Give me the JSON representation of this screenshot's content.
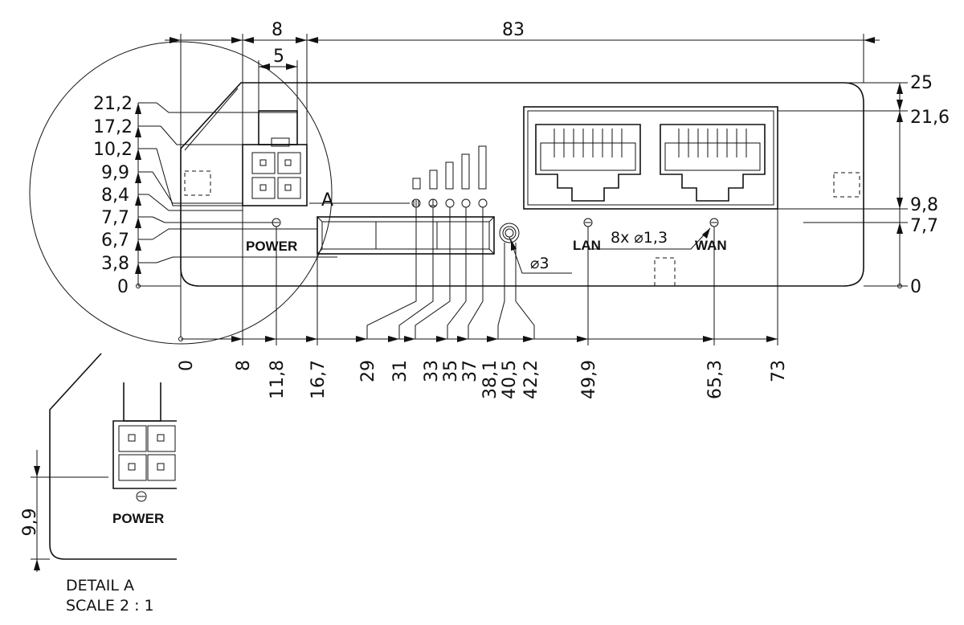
{
  "top_dims": {
    "width": "83",
    "connector_width": "8",
    "connector_inner": "5"
  },
  "left_dims": [
    "21,2",
    "17,2",
    "10,2",
    "9,9",
    "8,4",
    "7,7",
    "6,7",
    "3,8",
    "0"
  ],
  "right_dims": [
    "25",
    "21,6",
    "9,8",
    "7,7",
    "0"
  ],
  "bottom_dims": [
    "0",
    "8",
    "11,8",
    "16,7",
    "29",
    "31",
    "33",
    "35",
    "37",
    "38,1",
    "40,5",
    "42,2",
    "49,9",
    "65,3",
    "73"
  ],
  "detail_marker": "A",
  "hole_note": "8x ⌀1,3",
  "reset_note": "⌀3",
  "labels": {
    "power": "POWER",
    "lan": "LAN",
    "wan": "WAN"
  },
  "detail": {
    "dimension": "9,9",
    "power": "POWER",
    "title": "DETAIL A",
    "scale": "SCALE 2 : 1"
  }
}
